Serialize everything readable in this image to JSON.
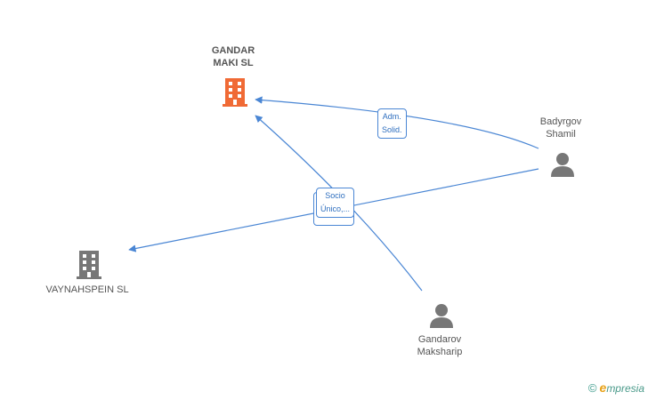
{
  "nodes": {
    "gandar": {
      "name_line1": "GANDAR",
      "name_line2": "MAKI SL",
      "icon": "building-icon",
      "color": "#f06a35"
    },
    "vaynahspein": {
      "name": "VAYNAHSPEIN SL",
      "icon": "building-icon",
      "color": "#777777"
    },
    "badyrgov": {
      "name_line1": "Badyrgov",
      "name_line2": "Shamil",
      "icon": "person-icon",
      "color": "#777777"
    },
    "gandarov": {
      "name_line1": "Gandarov",
      "name_line2": "Maksharip",
      "icon": "person-icon",
      "color": "#777777"
    }
  },
  "edges": {
    "adm": {
      "line1": "Adm.",
      "line2": "Solid."
    },
    "socio": {
      "line1": "Socio",
      "line2": "Único,..."
    }
  },
  "colors": {
    "edge": "#4a86d4"
  },
  "brand": {
    "copyright": "©",
    "initial": "e",
    "rest": "mpresia"
  }
}
